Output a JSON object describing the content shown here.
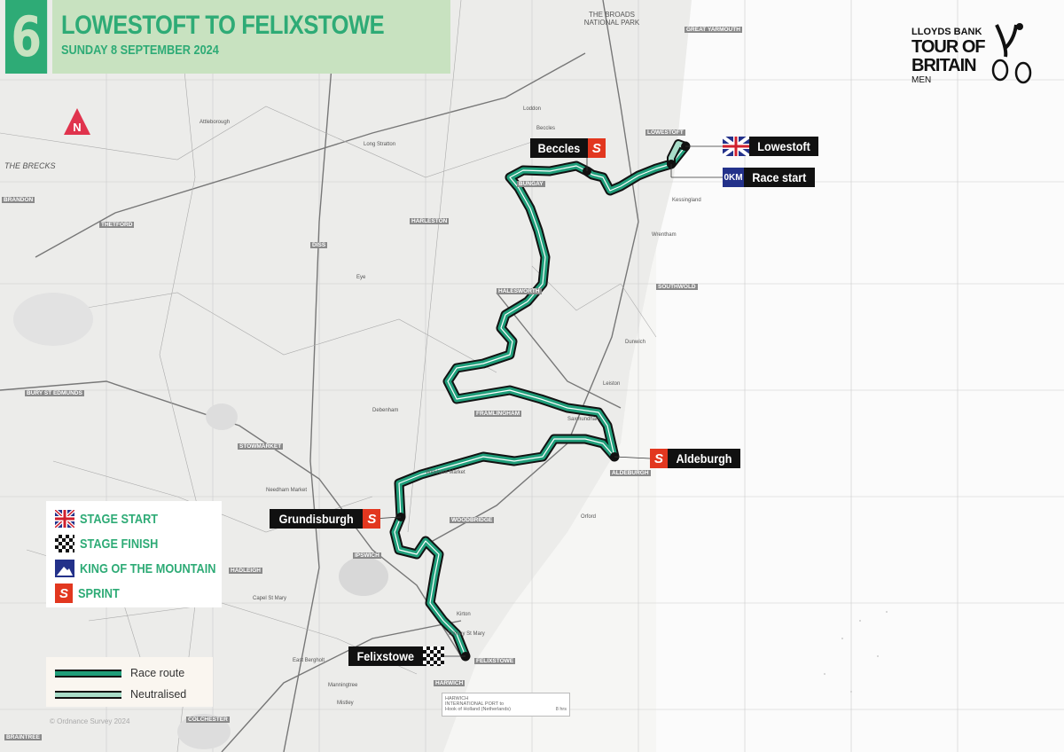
{
  "header": {
    "stage_number": "6",
    "title": "LOWESTOFT TO FELIXSTOWE",
    "date": "SUNDAY 8 SEPTEMBER 2024"
  },
  "logo": {
    "line1": "LLOYDS BANK",
    "line2": "TOUR OF",
    "line3": "BRITAIN",
    "line4": "MEN"
  },
  "north_arrow": "N",
  "legend": {
    "items": [
      {
        "label": "STAGE START",
        "icon": "union-flag-icon"
      },
      {
        "label": "STAGE FINISH",
        "icon": "checkered-flag-icon"
      },
      {
        "label": "KING OF THE MOUNTAIN",
        "icon": "mountain-icon"
      },
      {
        "label": "SPRINT",
        "icon": "sprint-icon"
      }
    ],
    "lines": [
      {
        "label": "Race route"
      },
      {
        "label": "Neutralised"
      }
    ]
  },
  "copyright": "© Ordnance Survey 2024",
  "route_labels": {
    "lowestoft": "Lowestoft",
    "race_start": "Race start",
    "race_start_km": "0KM",
    "beccles": "Beccles",
    "aldeburgh": "Aldeburgh",
    "grundisburgh": "Grundisburgh",
    "felixstowe": "Felixstowe"
  },
  "ferry": {
    "line1": "HARWICH",
    "line2": "INTERNATIONAL PORT to",
    "line3": "Hook of Holland (Netherlands)",
    "duration": "8 hrs"
  },
  "towns": [
    "LOWESTOFT",
    "IPSWICH",
    "BURY ST EDMUNDS",
    "THETFORD",
    "COLCHESTER",
    "FELIXSTOWE",
    "HARWICH",
    "GREAT YARMOUTH",
    "BRAINTREE",
    "STOWMARKET",
    "FRAMLINGHAM",
    "HALESWORTH",
    "SOUTHWOLD",
    "WOODBRIDGE",
    "HADLEIGH",
    "BRANDON",
    "DISS",
    "HARLESTON",
    "BUNGAY",
    "ALDEBURGH"
  ],
  "places": [
    "THE BROADS NATIONAL PARK",
    "THE BRECKS",
    "Kessingland",
    "Dunwich",
    "Orford",
    "Saxmundham",
    "Wickham Market",
    "Eye",
    "Debenham",
    "Needham Market",
    "Attleborough",
    "Long Stratton",
    "Loddon",
    "Beccles",
    "Wrentham",
    "Leiston",
    "Kirton",
    "Trimley St Mary",
    "Manningtree",
    "Mistley",
    "Capel St Mary",
    "East Bergholt"
  ],
  "colors": {
    "route": "#1f9e7a",
    "header_green": "#2eab76",
    "header_light": "#c8e2c0",
    "sprint": "#e2371f"
  }
}
